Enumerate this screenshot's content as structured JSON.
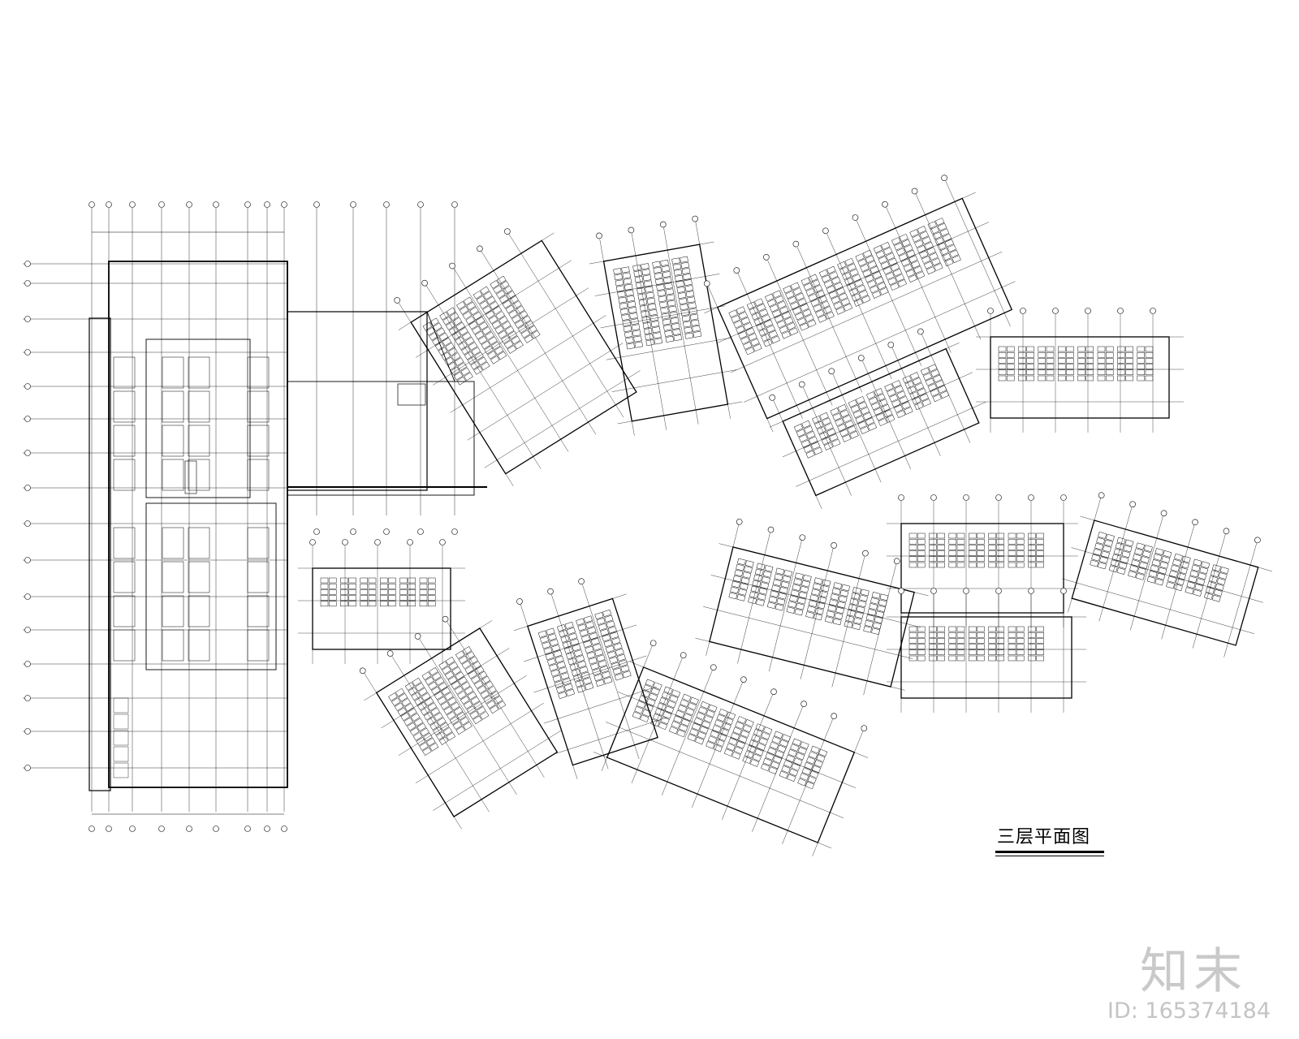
{
  "drawing": {
    "title": "三层平面图",
    "line_color": "#000000",
    "background": "#ffffff"
  },
  "watermark": {
    "logo": "知末",
    "id_text": "ID: 165374184",
    "color": "#c8c8c8"
  }
}
